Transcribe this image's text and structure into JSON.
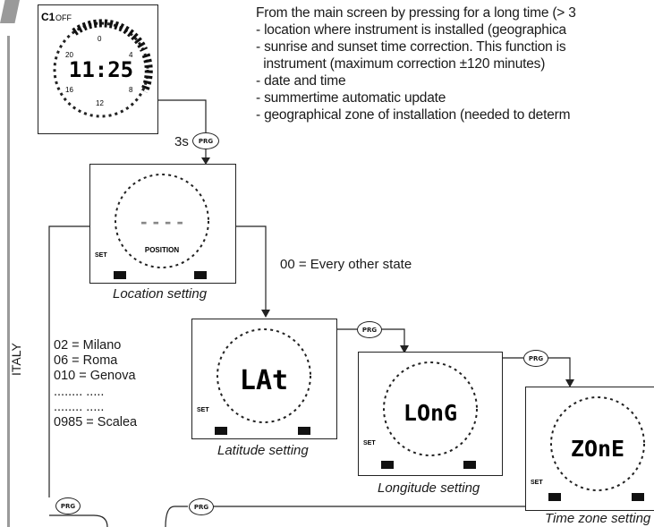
{
  "intro": {
    "line1": "From the main screen by pressing for a long time (> 3",
    "items": [
      "- location where instrument is installed (geographica",
      "- sunrise and sunset time correction. This function is",
      "  instrument (maximum correction ±120 minutes)",
      "- date and time",
      "- summertime automatic update",
      "- geographical zone of installation (needed to determ"
    ]
  },
  "main_display": {
    "channel": "C1",
    "state": "OFF",
    "time": "11:25",
    "dial_labels": [
      "0",
      "4",
      "8",
      "12",
      "16",
      "20"
    ]
  },
  "long_press": {
    "duration": "3s",
    "button": "PRG"
  },
  "location_panel": {
    "display": "- - - -",
    "sublabel": "POSITION",
    "set_label": "SET",
    "minus": "−",
    "plus": "+",
    "caption": "Location setting"
  },
  "other_state_note": "00 = Every other state",
  "italy": {
    "label": "ITALY",
    "entries": [
      "02 = Milano",
      "06 = Roma",
      "010 = Genova",
      "........ .....",
      "........ .....",
      "0985 = Scalea"
    ]
  },
  "latitude_panel": {
    "display": "LAt",
    "set_label": "SET",
    "caption": "Latitude setting"
  },
  "longitude_panel": {
    "display": "LOnG",
    "set_label": "SET",
    "caption": "Longitude setting"
  },
  "timezone_panel": {
    "display": "ZOnE",
    "set_label": "SET",
    "caption": "Time zone setting"
  },
  "prg_label": "PRG"
}
